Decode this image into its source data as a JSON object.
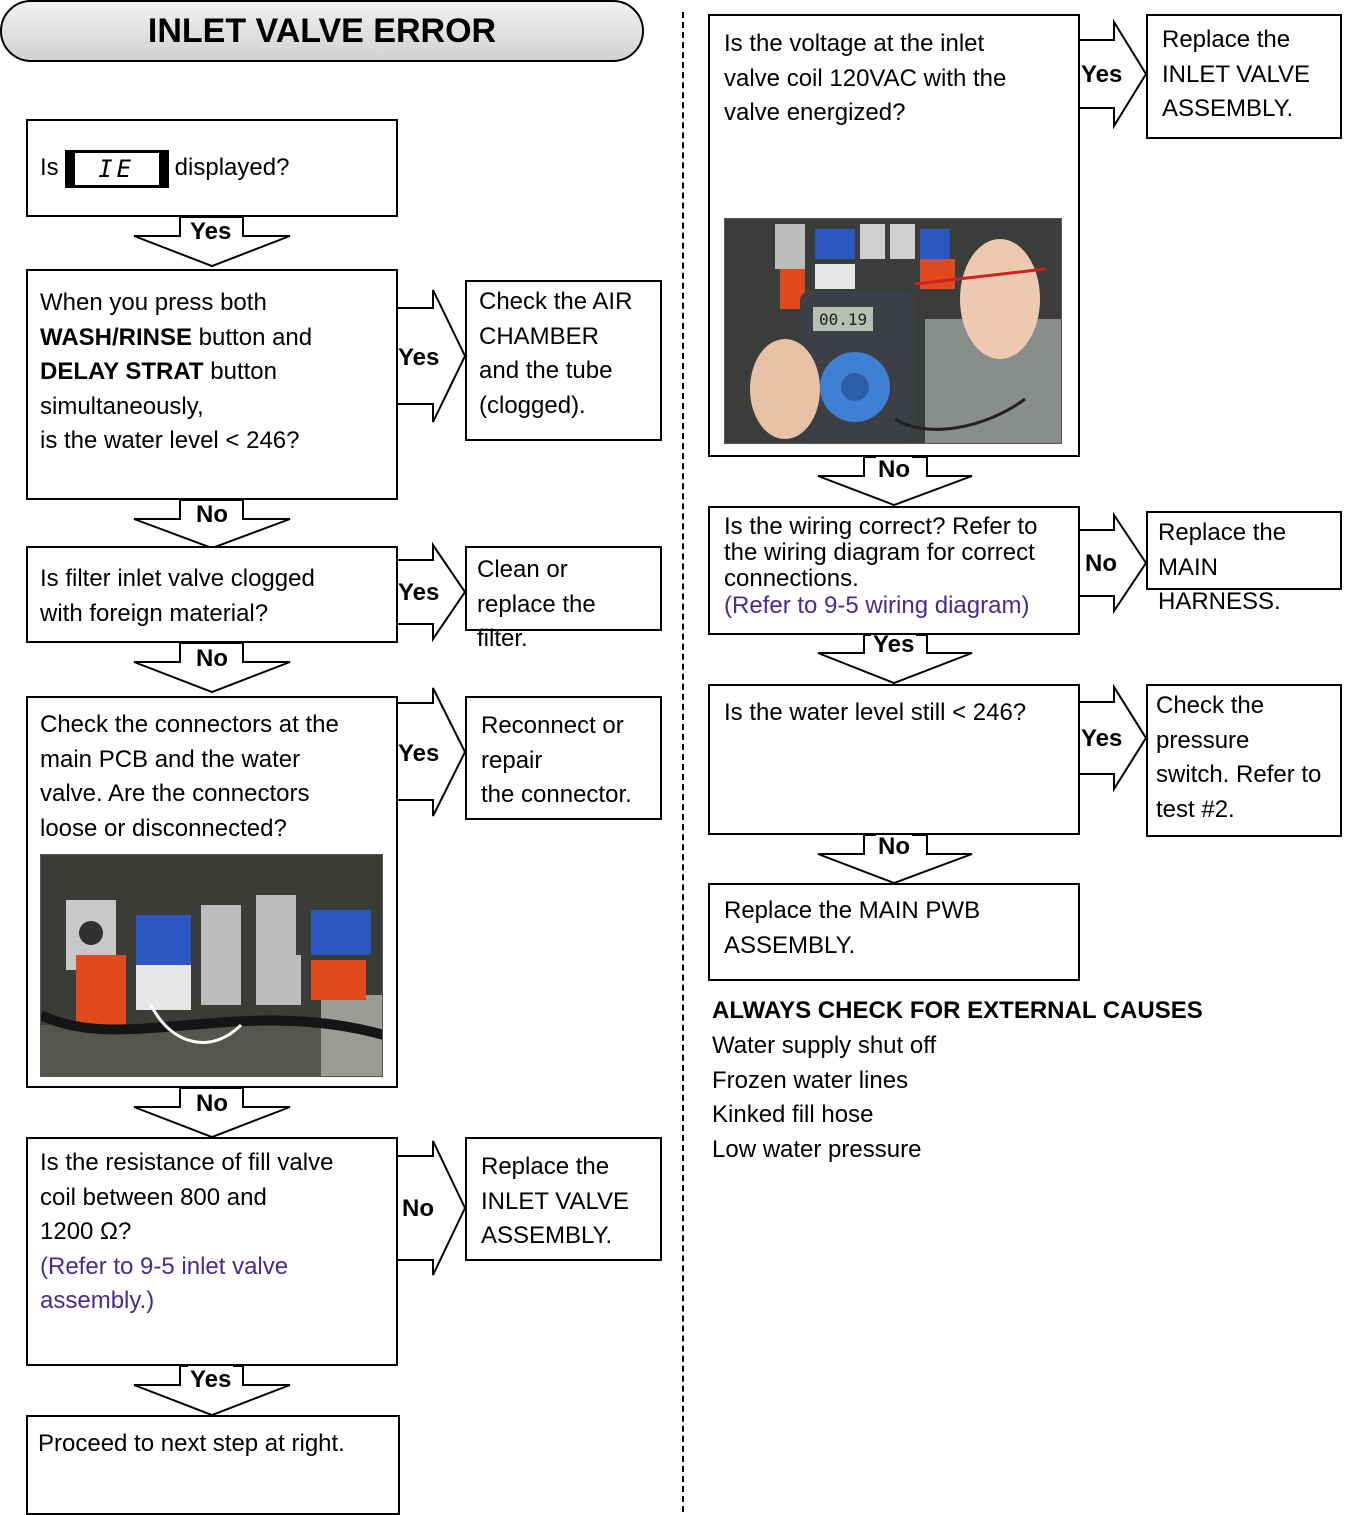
{
  "title": "INLET VALVE ERROR",
  "left": {
    "q1": {
      "prefix": "Is",
      "display_code": "IE",
      "suffix": "displayed?"
    },
    "a1": "Yes",
    "q2": {
      "line1": "When you press both",
      "wash": "WASH/RINSE",
      "line2_rest": " button and",
      "delay": "DELAY STRAT",
      "line3_rest": " button",
      "line4": "simultaneously,",
      "line5": "is the water level < 246?"
    },
    "q2_yes": "Yes",
    "r2": "Check the AIR\nCHAMBER\nand the tube\n(clogged).",
    "a2": "No",
    "q3": "Is filter inlet valve clogged\nwith foreign material?",
    "q3_yes": "Yes",
    "r3": "Clean or\nreplace the filter.",
    "a3": "No",
    "q4": "Check the connectors at the\nmain PCB and the water\nvalve. Are the connectors\nloose or disconnected?",
    "q4_yes": "Yes",
    "r4": "Reconnect or\nrepair\nthe connector.",
    "a4": "No",
    "q5": "Is the resistance of fill valve\ncoil between 800 and\n1200 Ω?",
    "q5_ref": "(Refer to 9-5 inlet valve\nassembly.)",
    "q5_no": "No",
    "r5": "Replace the\nINLET VALVE\nASSEMBLY.",
    "a5": "Yes",
    "q6": "Proceed to next step at right."
  },
  "right": {
    "q1": "Is the voltage at the inlet\nvalve coil 120VAC with the\nvalve energized?",
    "q1_yes": "Yes",
    "r1": "Replace the\nINLET VALVE\nASSEMBLY.",
    "meter_reading": "00.19",
    "a1": "No",
    "q2": "Is the wiring correct? Refer to\nthe wiring diagram for correct\nconnections.",
    "q2_ref": "(Refer to 9-5 wiring diagram)",
    "q2_no": "No",
    "r2": "Replace the\nMAIN HARNESS.",
    "a2": "Yes",
    "q3": "Is the water level still < 246?",
    "q3_yes": "Yes",
    "r3": "Check the\npressure\nswitch. Refer to\ntest #2.",
    "a3": "No",
    "q4": "Replace the MAIN PWB\nASSEMBLY."
  },
  "external": {
    "title": "ALWAYS CHECK FOR EXTERNAL CAUSES",
    "items": [
      "Water supply shut off",
      "Frozen water lines",
      "Kinked fill hose",
      "Low water pressure"
    ]
  }
}
